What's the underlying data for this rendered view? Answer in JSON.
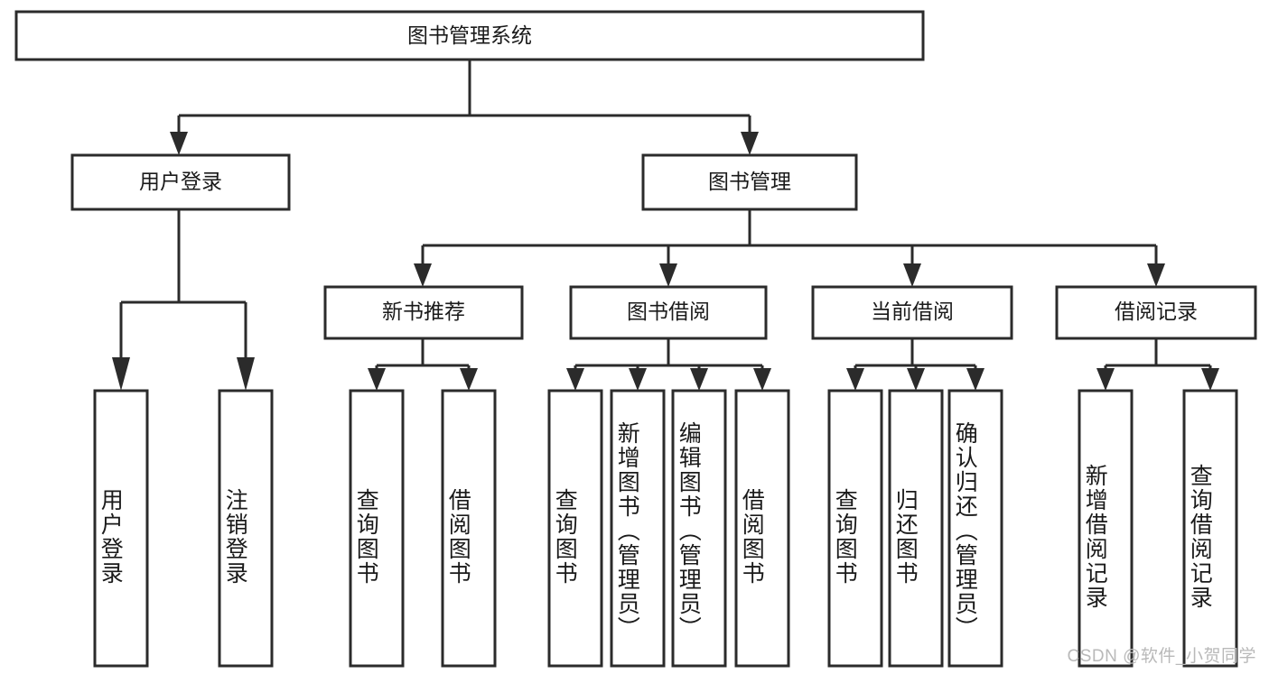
{
  "diagram": {
    "type": "tree-hierarchy",
    "title": "图书管理系统",
    "orientation": "top-down",
    "colors": {
      "box_stroke": "#2b2b2b",
      "box_fill": "#ffffff",
      "connector": "#2b2b2b",
      "text": "#1a1a1a",
      "background": "#ffffff",
      "watermark": "#b9b9b9"
    },
    "levels": {
      "root": {
        "label": "图书管理系统"
      },
      "level2": [
        {
          "id": "user-login",
          "label": "用户登录"
        },
        {
          "id": "book-manage",
          "label": "图书管理"
        }
      ],
      "level3": [
        {
          "id": "new-book-rec",
          "label": "新书推荐"
        },
        {
          "id": "book-borrow",
          "label": "图书借阅"
        },
        {
          "id": "current-borrow",
          "label": "当前借阅"
        },
        {
          "id": "borrow-record",
          "label": "借阅记录"
        }
      ],
      "leaves": {
        "user-login": [
          {
            "id": "leaf-user-login",
            "label": "用户登录"
          },
          {
            "id": "leaf-logout",
            "label": "注销登录"
          }
        ],
        "new-book-rec": [
          {
            "id": "leaf-query-book-1",
            "label": "查询图书"
          },
          {
            "id": "leaf-borrow-book-1",
            "label": "借阅图书"
          }
        ],
        "book-borrow": [
          {
            "id": "leaf-query-book-2",
            "label": "查询图书"
          },
          {
            "id": "leaf-add-book",
            "label": "新增图书（管理员）"
          },
          {
            "id": "leaf-edit-book",
            "label": "编辑图书（管理员）"
          },
          {
            "id": "leaf-borrow-book-2",
            "label": "借阅图书"
          }
        ],
        "current-borrow": [
          {
            "id": "leaf-query-book-3",
            "label": "查询图书"
          },
          {
            "id": "leaf-return-book",
            "label": "归还图书"
          },
          {
            "id": "leaf-confirm-return",
            "label": "确认归还（管理员）"
          }
        ],
        "borrow-record": [
          {
            "id": "leaf-add-record",
            "label": "新增借阅记录"
          },
          {
            "id": "leaf-query-record",
            "label": "查询借阅记录"
          }
        ]
      }
    },
    "watermark": "CSDN @软件_小贺同学"
  }
}
